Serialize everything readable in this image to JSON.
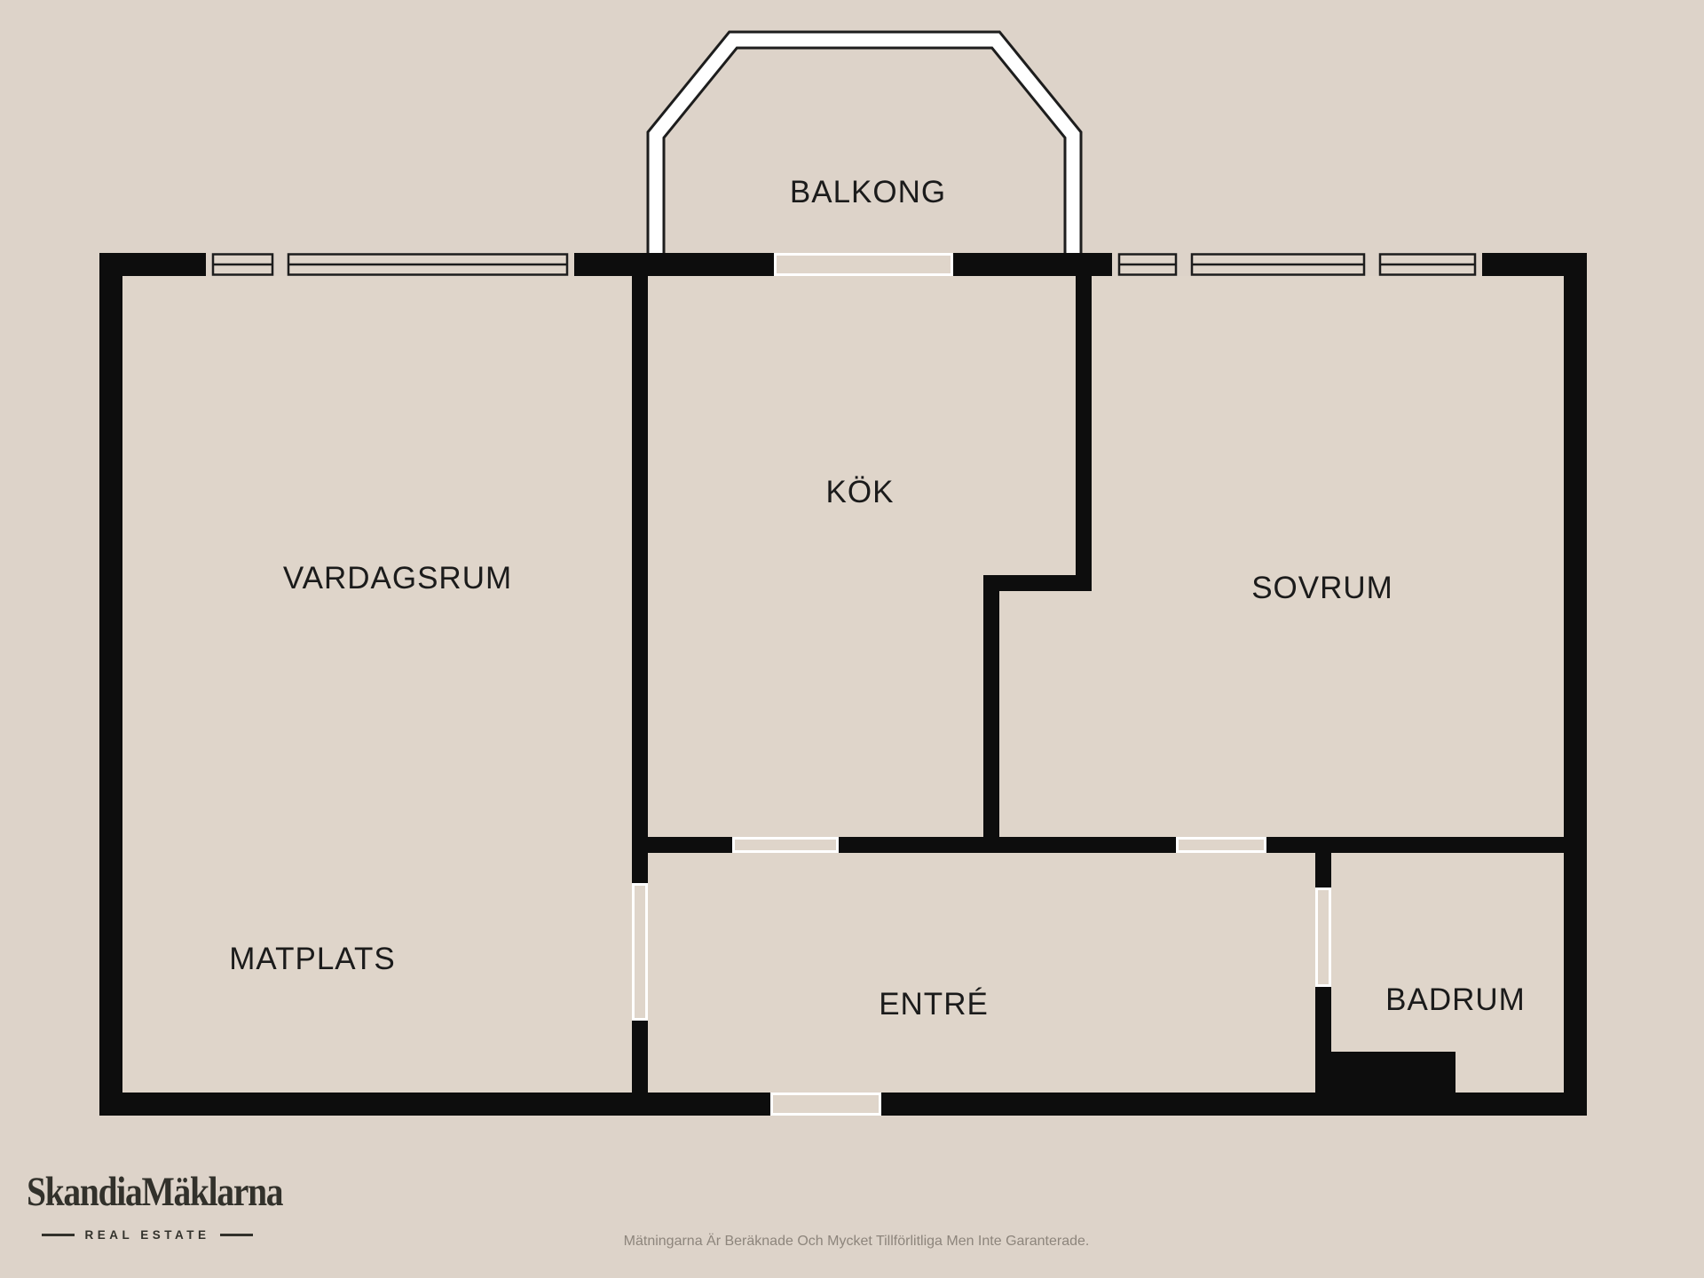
{
  "floorplan": {
    "rooms": {
      "balkong": "BALKONG",
      "kok": "KÖK",
      "vardagsrum": "VARDAGSRUM",
      "sovrum": "SOVRUM",
      "matplats": "MATPLATS",
      "entre": "ENTRÉ",
      "badrum": "BADRUM"
    },
    "features": {
      "windows": [
        "vardagsrum-window",
        "sovrum-window"
      ],
      "doors": [
        "balcony-door",
        "kok-door",
        "sovrum-door",
        "vardagsrum-entre-door",
        "badrum-door",
        "front-door"
      ]
    }
  },
  "footer": {
    "brand_name": "SkandiaMäklarna",
    "brand_tagline": "REAL ESTATE",
    "disclaimer": "Mätningarna Är Beräknade Och Mycket Tillförlitliga Men Inte Garanterade."
  },
  "colors": {
    "background": "#ddd3c9",
    "floor": "#dfd5ca",
    "wall": "#0d0d0d",
    "window_frame": "#1d1d1d",
    "balcony_band": "#ffffff",
    "door_frame": "#ffffff",
    "label_text": "#1b1b1b",
    "brand_text": "#32312b",
    "disclaimer_text": "#8d857c"
  }
}
